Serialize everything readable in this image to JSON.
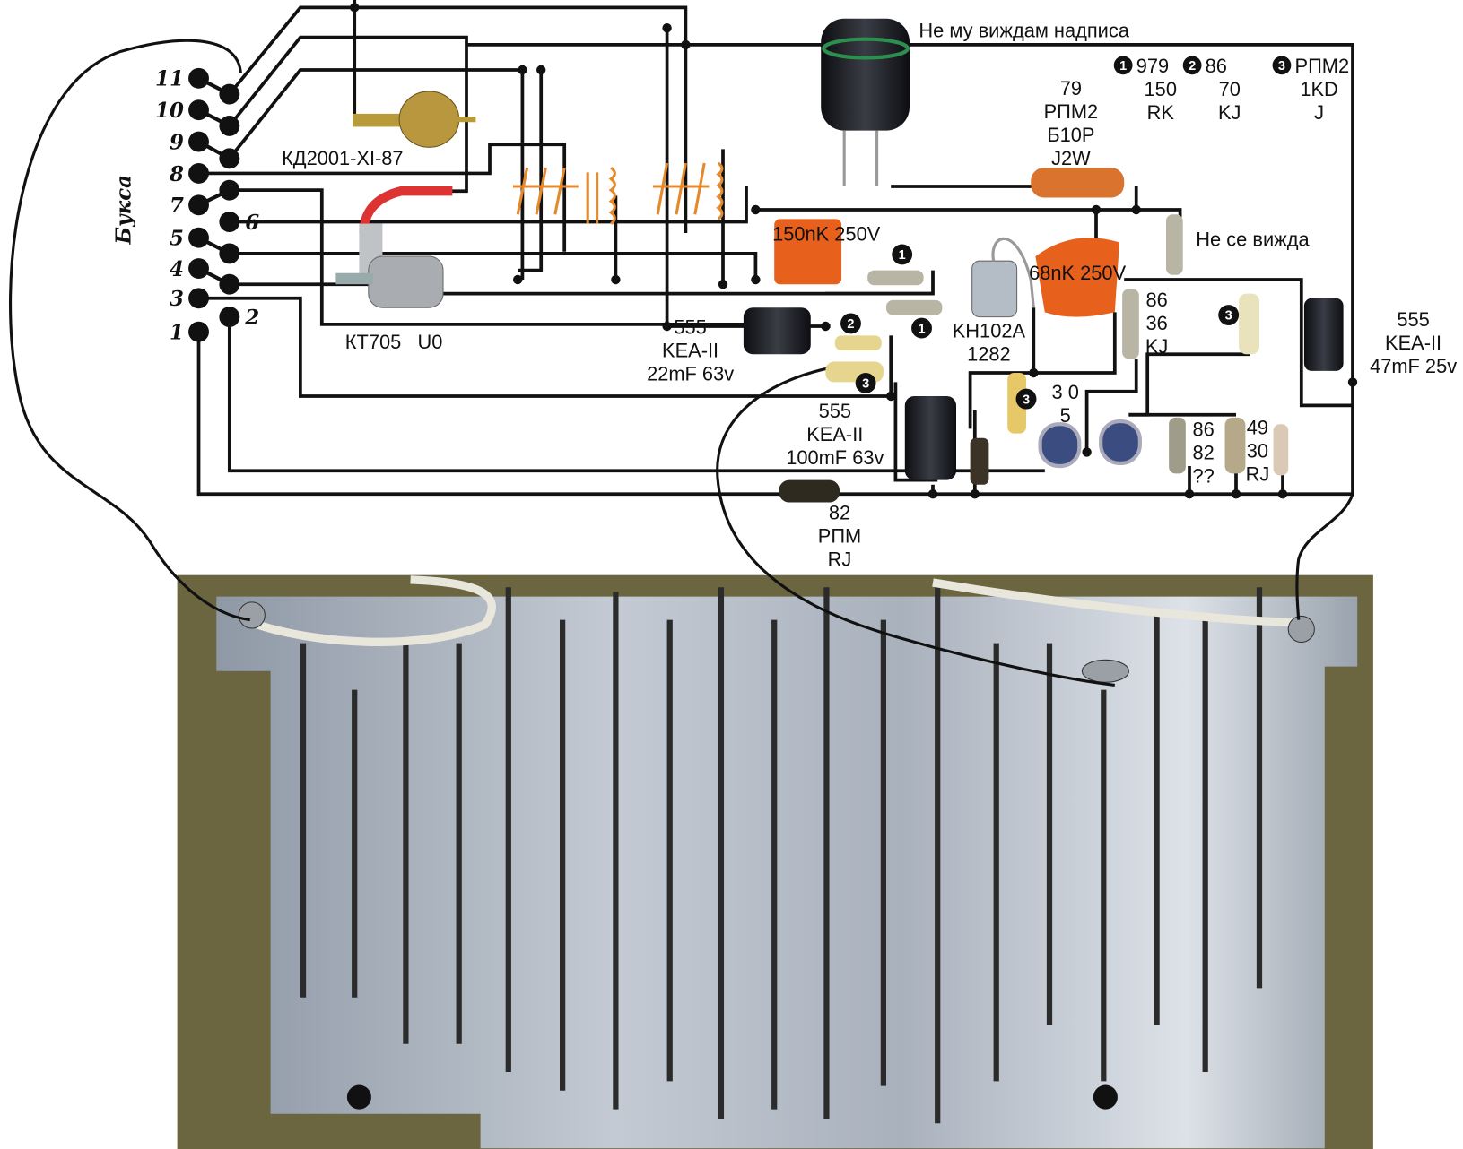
{
  "title_note": "Не му виждам надписа",
  "connector": {
    "label": "Букса",
    "pins": [
      "11",
      "10",
      "9",
      "8",
      "7",
      "6",
      "5",
      "4",
      "3",
      "2",
      "1"
    ]
  },
  "legend": [
    {
      "marker": "1",
      "lines": [
        "979",
        "150",
        "RK"
      ]
    },
    {
      "marker": "2",
      "lines": [
        "86",
        "70",
        "KJ"
      ]
    },
    {
      "marker": "3",
      "lines": [
        "РПМ2",
        "1KD",
        "J"
      ]
    }
  ],
  "components": {
    "diode": "КД2001-XI-87",
    "transistor": "КТ705   U0",
    "cap_22": [
      "555",
      "KEA-II",
      "22mF  63v"
    ],
    "cap_150": "150nK 250V",
    "cap_68": "68nK 250V",
    "kh102": [
      "KH102A",
      "1282"
    ],
    "res_79": [
      "79",
      "РПМ2",
      "Б10Р",
      "J2W"
    ],
    "res_unseen": "Не се вижда",
    "res_86_36": [
      "86",
      "36",
      "KJ"
    ],
    "cap_47": [
      "555",
      "KEA-II",
      "47mF  25v"
    ],
    "res_30": [
      "3  0",
      "5"
    ],
    "cap_100": [
      "555",
      "KEA-II",
      "100mF  63v"
    ],
    "res_86_82": [
      "86",
      "82",
      "??"
    ],
    "res_49_30": [
      "49",
      "30",
      "RJ"
    ],
    "res_82": [
      "82",
      "РПМ",
      "RJ"
    ]
  },
  "markers": [
    "1",
    "1",
    "2",
    "3",
    "3",
    "3"
  ],
  "colors": {
    "wire": "#111111",
    "film_cap": "#e8611c",
    "electrolytic": "#1d1f24",
    "resistor": "#d9cfa0",
    "relay": "#e58a2c",
    "pcb": "#6b6540",
    "aluminium": "#aeb6c2"
  }
}
